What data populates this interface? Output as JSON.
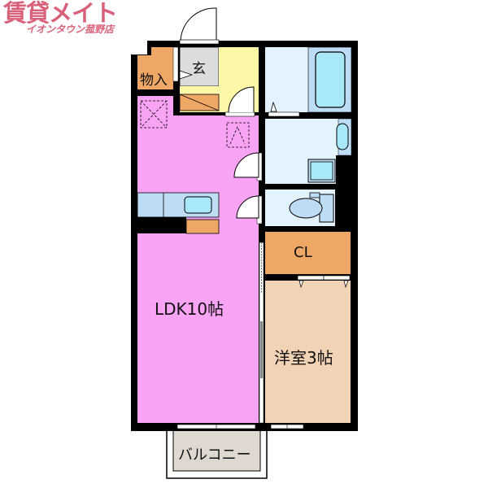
{
  "logo": {
    "main": "賃貸メイト",
    "sub": "イオンタウン菰野店",
    "color": "#d9607a"
  },
  "rooms": {
    "storage": {
      "label": "物入",
      "color": "#efa766"
    },
    "entrance": {
      "label": "玄",
      "color": "#dcdcdc"
    },
    "hallway": {
      "color": "#fdf7a8"
    },
    "ldk": {
      "label": "LDK10帖",
      "color": "#f9a3f5"
    },
    "closet": {
      "label": "CL",
      "color": "#efa766"
    },
    "western_room": {
      "label": "洋室3帖",
      "color": "#f2d3b5"
    },
    "balcony": {
      "label": "バルコニー",
      "color": "#dfd8d1"
    },
    "bathroom": {
      "color": "#e3f3fd"
    },
    "washroom": {
      "color": "#e3f3fd"
    },
    "toilet": {
      "color": "#e3f3fd"
    }
  },
  "fixtures": {
    "bathtub_color": "#a8e8f8",
    "fixture_blue": "#bfdcf5",
    "wall_color": "#000000"
  }
}
